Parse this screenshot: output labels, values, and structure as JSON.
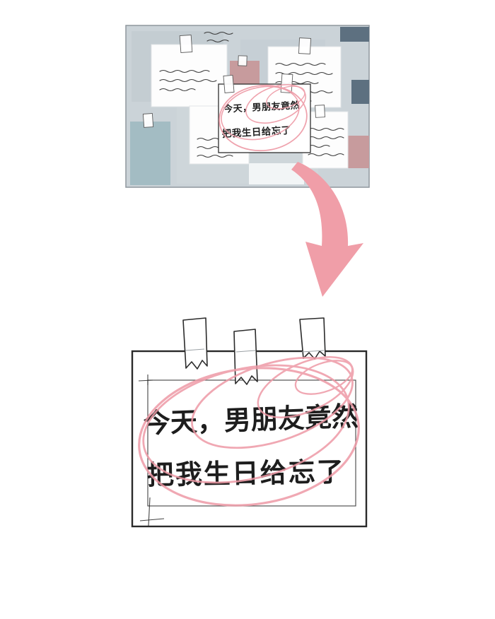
{
  "board": {
    "note": {
      "line1": "今天，男朋友竟然",
      "line2": "把我生日给忘了"
    }
  },
  "closeup": {
    "line1": "今天，男朋友竟然",
    "line2": "把我生日给忘了"
  },
  "colors": {
    "board_bg": "#cbd3d8",
    "slate_card": "#5d7080",
    "mauve_card": "#c79b9d",
    "teal_paper": "#a3bcc3",
    "arrow_pink": "#f09ea8",
    "scribble_pink": "#ee9aa6",
    "ink": "#1d1d1d"
  }
}
